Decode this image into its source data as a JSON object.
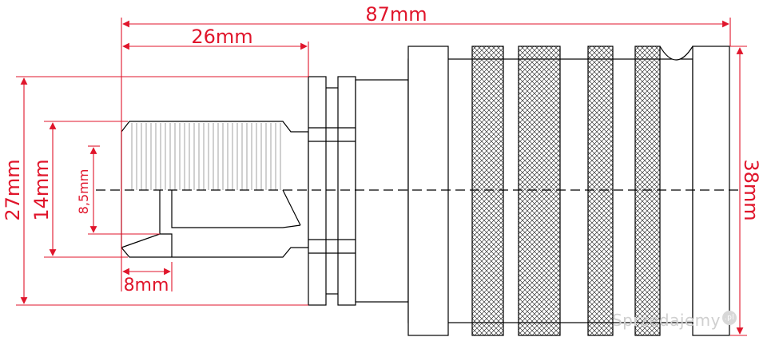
{
  "dimensions": {
    "total_length": "87mm",
    "thread_length": "26mm",
    "outer_height": "27mm",
    "thread_diameter": "14mm",
    "bore_diameter": "8,5mm",
    "bore_depth": "8mm",
    "knob_diameter": "38mm"
  },
  "watermark": {
    "text": "Sprzedajemy",
    "suffix": ".pl"
  },
  "colors": {
    "dimension": "#e0152b",
    "outline": "#000000",
    "centerline": "#000000"
  }
}
